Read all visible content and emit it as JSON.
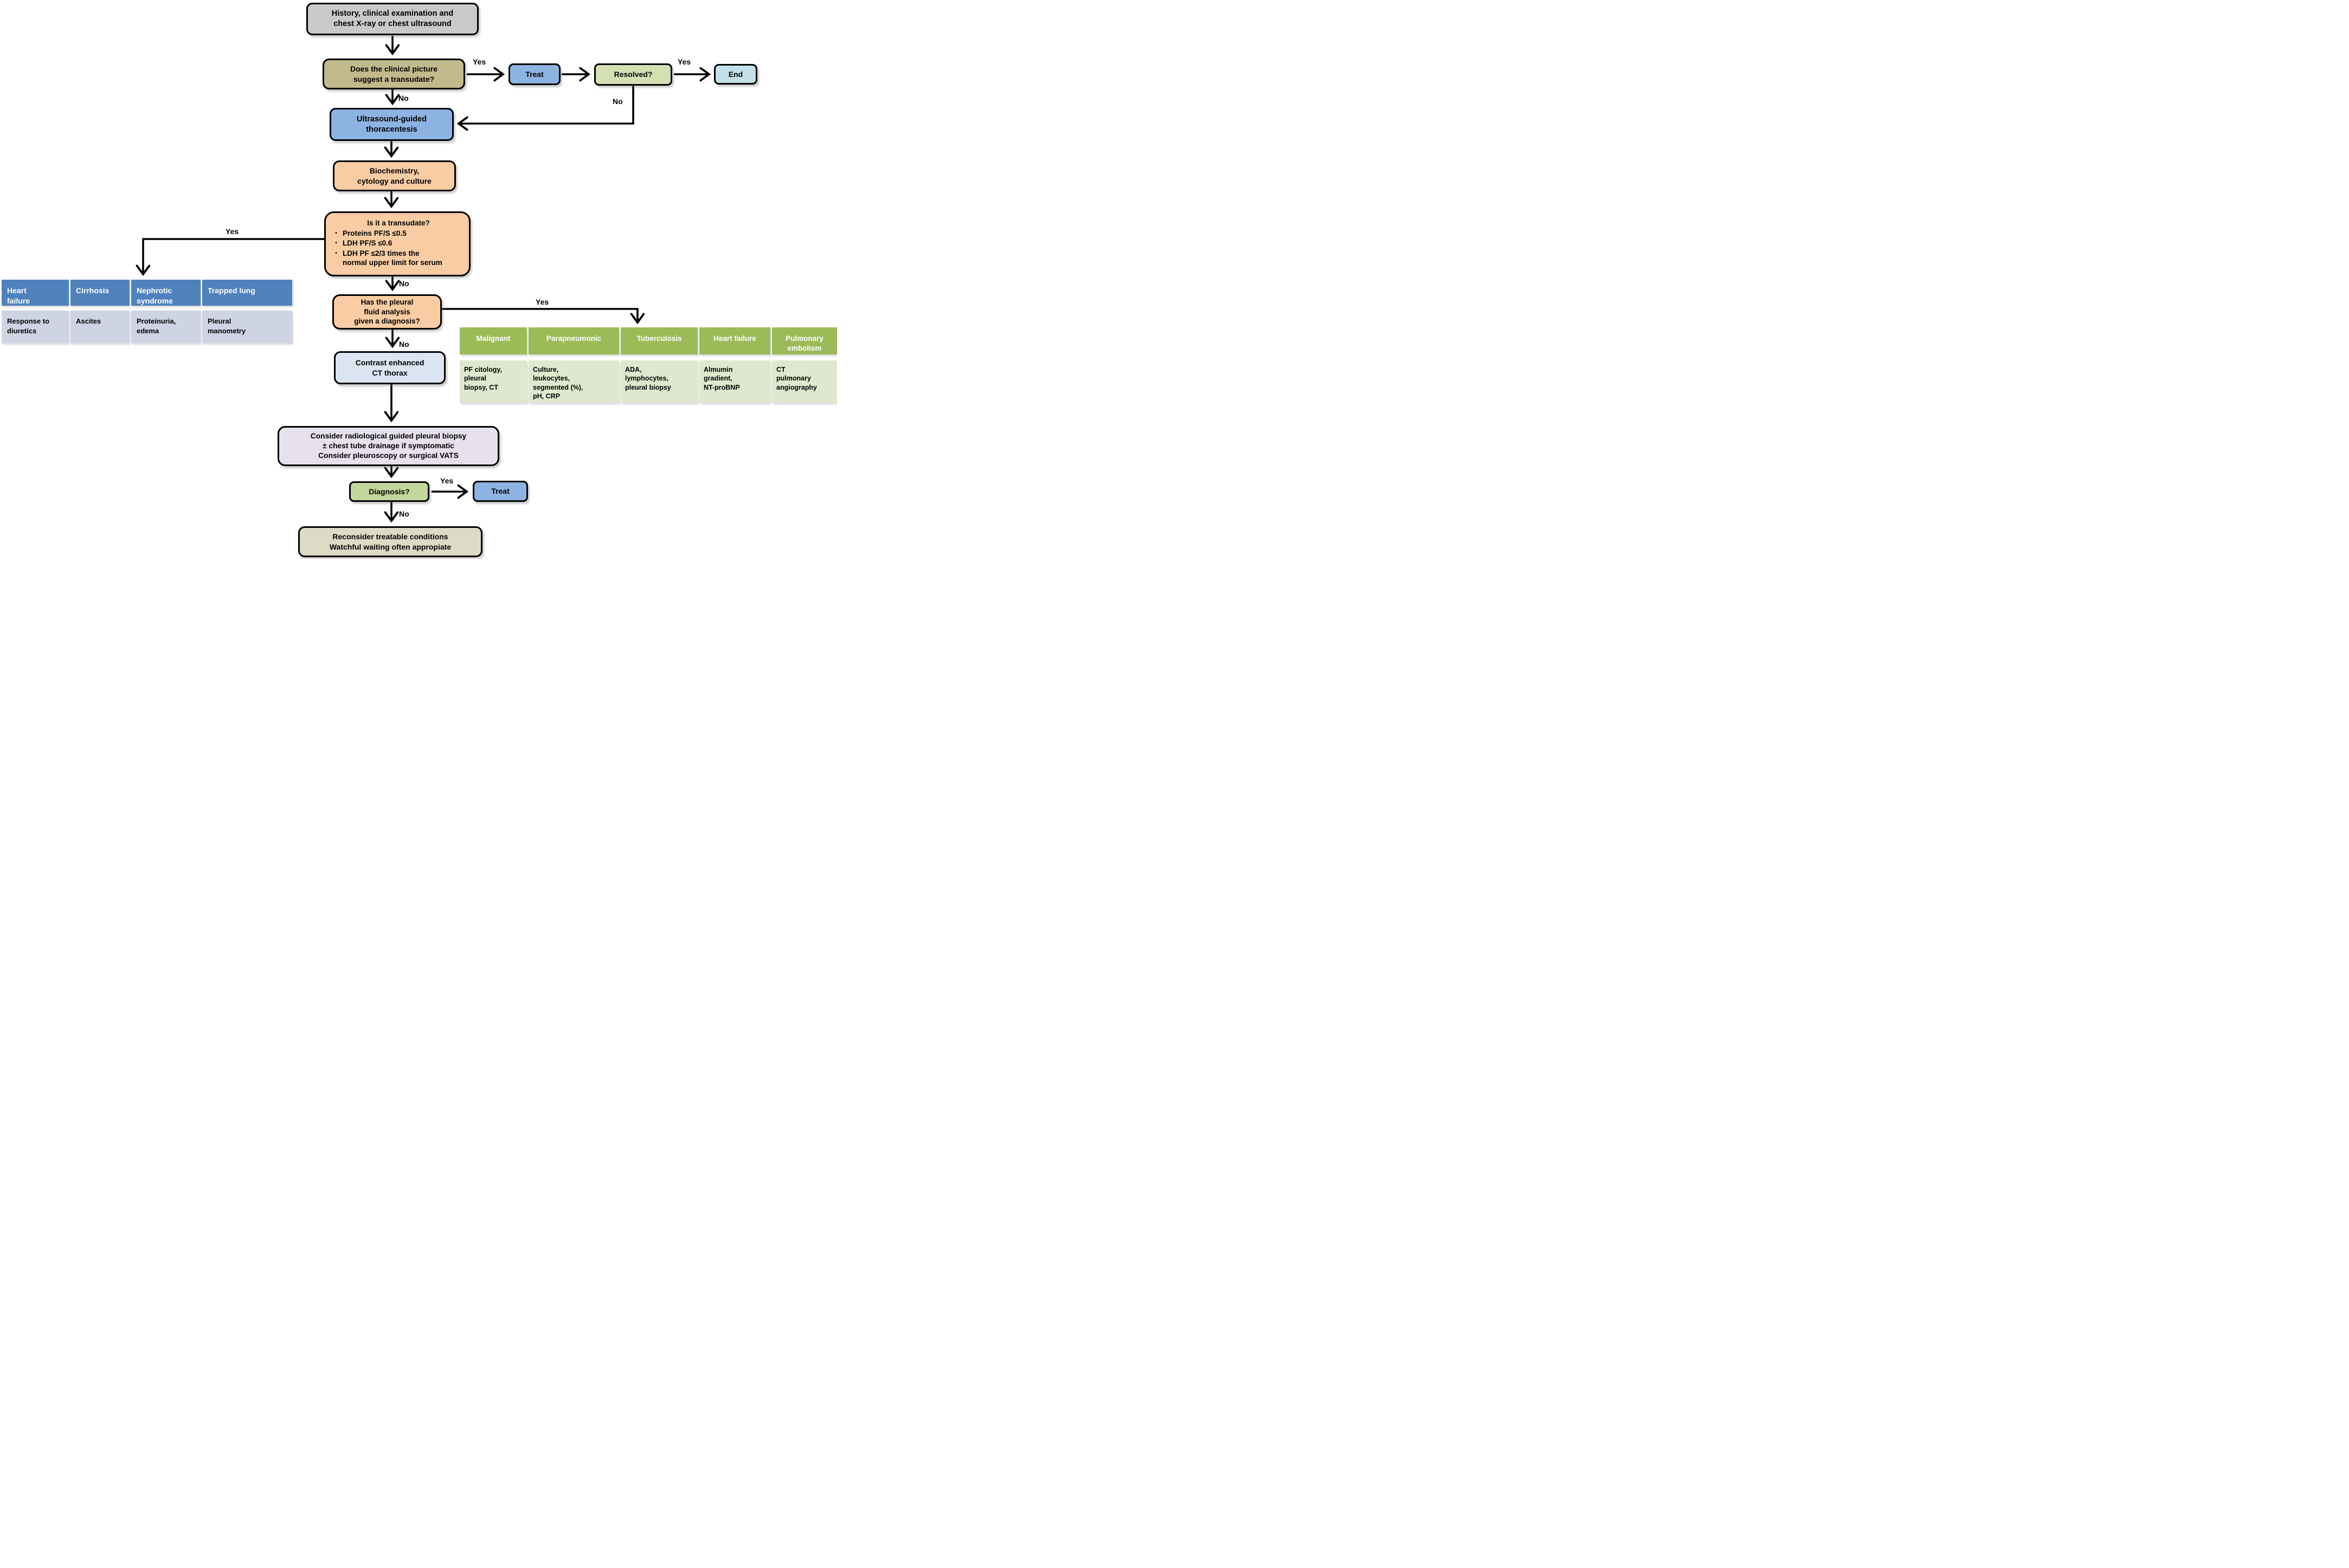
{
  "glyphs": {
    "bullet": "•"
  },
  "colors": {
    "gray": "#C9C9C9",
    "olive": "#C2B98C",
    "blue": "#8DB3E2",
    "pale_green": "#D4E0B2",
    "light_cyan": "#C3DFE9",
    "peach": "#F9CCA4",
    "pale_blue": "#DBE5F1",
    "lavender": "#E6E1ED",
    "green": "#C3D69B",
    "khaki": "#DDDAC5",
    "table_blue_header": "#4F81BD",
    "table_blue_cell": "#CED4E4",
    "table_green_header": "#9BBB59",
    "table_green_cell": "#DEE8CE"
  },
  "nodes": {
    "history": "History, clinical examination and\nchest X-ray or chest ultrasound",
    "clinical_question": "Does the clinical picture\nsuggest a transudate?",
    "treat_top": "Treat",
    "resolved": "Resolved?",
    "end": "End",
    "thoracentesis": "Ultrasound-guided\nthoracentesis",
    "biochemistry": "Biochemistry,\ncytology and culture",
    "criteria_title": "Is it a transudate?",
    "criteria_bullets": [
      "Proteins PF/S ≤0.5",
      "LDH PF/S ≤0.6",
      "LDH PF ≤2/3 times the\nnormal upper limit for serum"
    ],
    "pleural_question": "Has the pleural\nfluid analysis\ngiven a diagnosis?",
    "contrast_ct": "Contrast enhanced\nCT thorax",
    "consider": "Consider radiological guided pleural biopsy\n± chest tube drainage if symptomatic\nConsider pleuroscopy or surgical VATS",
    "diagnosis_question": "Diagnosis?",
    "treat_bottom": "Treat",
    "reconsider": "Reconsider treatable conditions\nWatchful waiting often appropiate"
  },
  "labels": {
    "clinical_yes": "Yes",
    "clinical_no": "No",
    "resolved_yes": "Yes",
    "resolved_no": "No",
    "criteria_yes": "Yes",
    "criteria_no": "No",
    "pleural_yes": "Yes",
    "pleural_no": "No",
    "diagnosis_yes": "Yes",
    "diagnosis_no": "No"
  },
  "transudate_table": {
    "headers": [
      "Heart\nfailure",
      "Cirrhosis",
      "Nephrotic\nsyndrome",
      "Trapped lung"
    ],
    "cells": [
      "Response to\ndiuretics",
      "Ascites",
      "Proteinuria,\nedema",
      "Pleural\nmanometry"
    ]
  },
  "exudate_table": {
    "headers": [
      "Malignant",
      "Parapneumonic",
      "Tuberculosis",
      "Heart failure",
      "Pulmonary\nembolism"
    ],
    "cells": [
      "PF citology,\npleural\nbiopsy, CT",
      "Culture,\nleukocytes,\nsegmented (%),\npH, CRP",
      "ADA,\nlymphocytes,\npleural biopsy",
      "Almumin\ngradient,\nNT-proBNP",
      "CT\npulmonary\nangiography"
    ]
  }
}
